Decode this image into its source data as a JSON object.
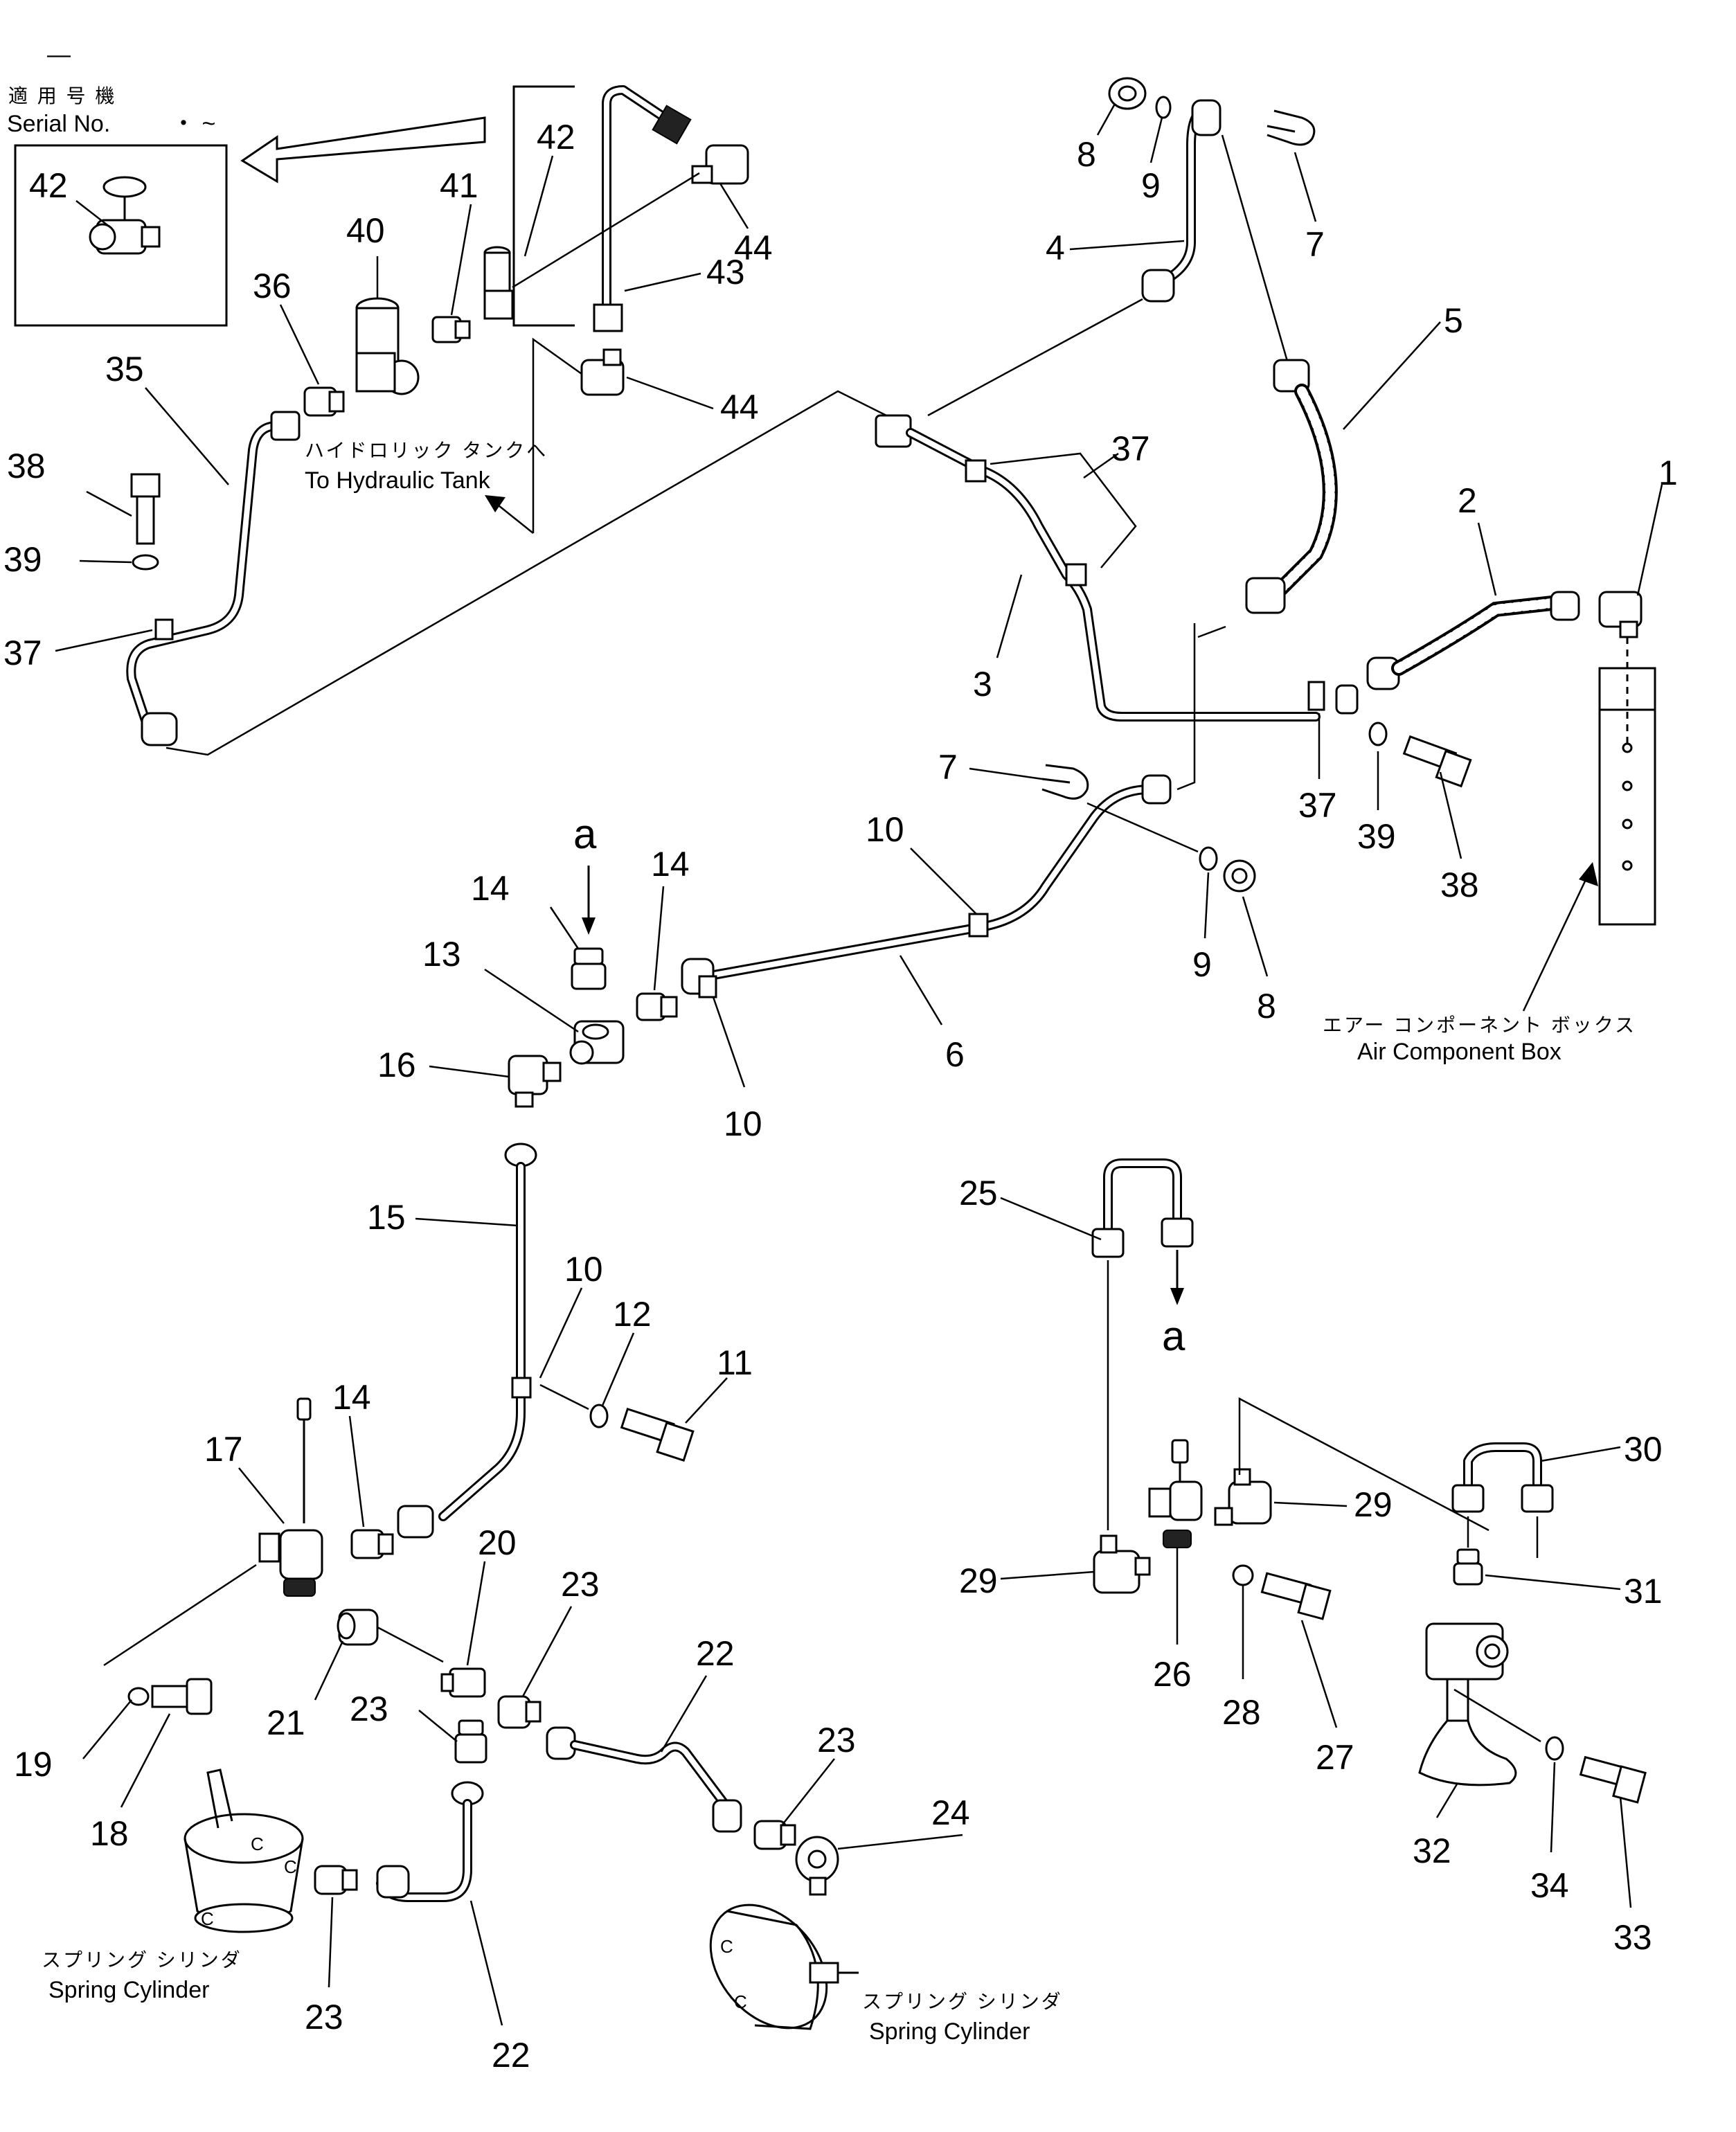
{
  "serial_box": {
    "dash": "—",
    "jp_label": "適 用 号 機",
    "label": "Serial No.",
    "range": "・ ~"
  },
  "captions": {
    "hydraulic_tank_jp": "ハイドロリック タンクへ",
    "hydraulic_tank": "To Hydraulic Tank",
    "air_box_jp": "エアー コンポーネント ボックス",
    "air_box": "Air Component Box",
    "spring_cyl_jp_left": "スプリング シリンダ",
    "spring_cyl_left": "Spring Cylinder",
    "spring_cyl_jp_right": "スプリング シリンダ",
    "spring_cyl_right": "Spring Cylinder"
  },
  "view_marks": {
    "a_top": "a",
    "a_bottom": "a"
  },
  "callouts": {
    "n42_inset": "42",
    "n42_box": "42",
    "n41": "41",
    "n40": "40",
    "n36": "36",
    "n35": "35",
    "n38_left": "38",
    "n39_left": "39",
    "n37_left": "37",
    "n43": "43",
    "n44_top": "44",
    "n44_mid": "44",
    "n8_top": "8",
    "n9_top": "9",
    "n7_top": "7",
    "n4": "4",
    "n5": "5",
    "n37_mid": "37",
    "n3": "3",
    "n2": "2",
    "n1": "1",
    "n37_right": "37",
    "n39_right": "39",
    "n38_right": "38",
    "n7_mid": "7",
    "n10_top": "10",
    "n9_mid": "9",
    "n8_mid": "8",
    "n6": "6",
    "n10_mid": "10",
    "n14_a": "14",
    "n14_b": "14",
    "n13": "13",
    "n16": "16",
    "n15": "15",
    "n10_low": "10",
    "n12": "12",
    "n11": "11",
    "n14_c": "14",
    "n17": "17",
    "n20": "20",
    "n23_a": "23",
    "n22_a": "22",
    "n21": "21",
    "n23_b": "23",
    "n23_c": "23",
    "n24": "24",
    "n19": "19",
    "n18": "18",
    "n23_d": "23",
    "n22_b": "22",
    "n25": "25",
    "n30": "30",
    "n29_a": "29",
    "n29_b": "29",
    "n31": "31",
    "n26": "26",
    "n28": "28",
    "n27": "27",
    "n32": "32",
    "n34": "34",
    "n33": "33"
  }
}
